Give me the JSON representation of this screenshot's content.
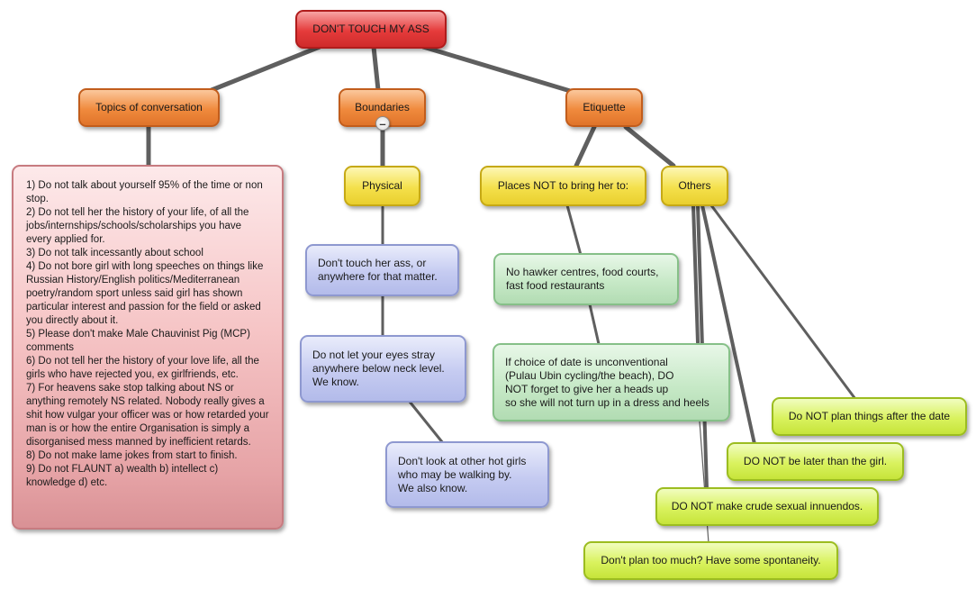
{
  "root": {
    "label": "DON'T TOUCH MY ASS"
  },
  "branches": {
    "topics": "Topics of conversation",
    "boundaries": "Boundaries",
    "etiquette": "Etiquette"
  },
  "subtopics": {
    "physical": "Physical",
    "places": "Places NOT to bring her to:",
    "others": "Others"
  },
  "topics_text": "1) Do not talk about yourself 95% of the time or non stop.\n2) Do not tell her the history of your life, of all the jobs/internships/schools/scholarships you have every applied for.\n3) Do not talk incessantly about school\n4) Do not bore girl with long speeches on things like Russian History/English politics/Mediterranean poetry/random sport unless said girl has shown particular interest and passion for the field or asked you directly about it.\n5) Please don't make Male Chauvinist Pig (MCP) comments\n6) Do not tell her the history of your love life, all the girls who have rejected you, ex girlfriends, etc.\n7) For heavens sake stop talking about NS or anything remotely NS related. Nobody really gives a shit how vulgar your officer was or how retarded your man is or how the entire Organisation is simply a disorganised mess manned by inefficient retards.\n8) Do not make lame jokes from start to finish.\n9) Do not FLAUNT a) wealth b) intellect c) knowledge d) etc.",
  "physical_items": [
    "Don't touch her ass, or\nanywhere for that matter.",
    "Do not let your eyes stray\nanywhere below neck level.\nWe know.",
    "Don't look at other hot girls\nwho may be walking by.\nWe also know."
  ],
  "places_items": [
    "No hawker centres, food courts,\nfast food restaurants",
    "If choice of date is unconventional\n(Pulau Ubin cycling/the beach), DO\nNOT forget to give her a heads up\nso she will not turn up in a dress and heels"
  ],
  "others_items": [
    "Do NOT plan things after the date",
    "DO NOT be later than the girl.",
    "DO NOT make crude sexual innuendos.",
    "Don't plan too much? Have some spontaneity."
  ],
  "collapse_symbol": "–",
  "colors": {
    "root": "#e53b3b",
    "branch": "#f08a3d",
    "subtopic": "#f4e04b",
    "physical_leaf": "#c5cbf1",
    "places_leaf": "#c7e9c7",
    "others_leaf": "#d9f25e",
    "topics_box": "#f6c5c6",
    "connector": "#5f5f5f"
  }
}
